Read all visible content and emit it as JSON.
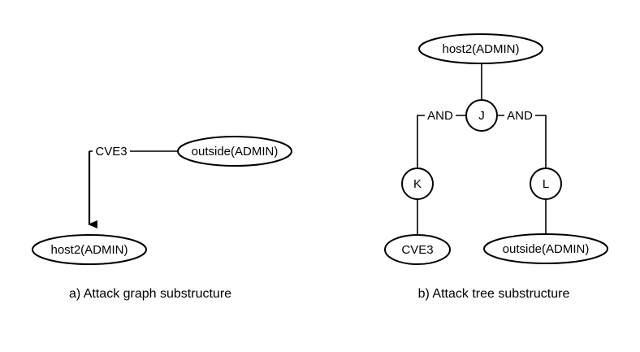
{
  "attack_graph": {
    "caption": "a) Attack graph substructure",
    "edge_label": "CVE3",
    "source_node": "outside(ADMIN)",
    "target_node": "host2(ADMIN)"
  },
  "attack_tree": {
    "caption": "b) Attack tree substructure",
    "root": "host2(ADMIN)",
    "junction": "J",
    "left_and": "AND",
    "right_and": "AND",
    "left_branch_node": "K",
    "right_branch_node": "L",
    "left_leaf": "CVE3",
    "right_leaf": "outside(ADMIN)"
  }
}
